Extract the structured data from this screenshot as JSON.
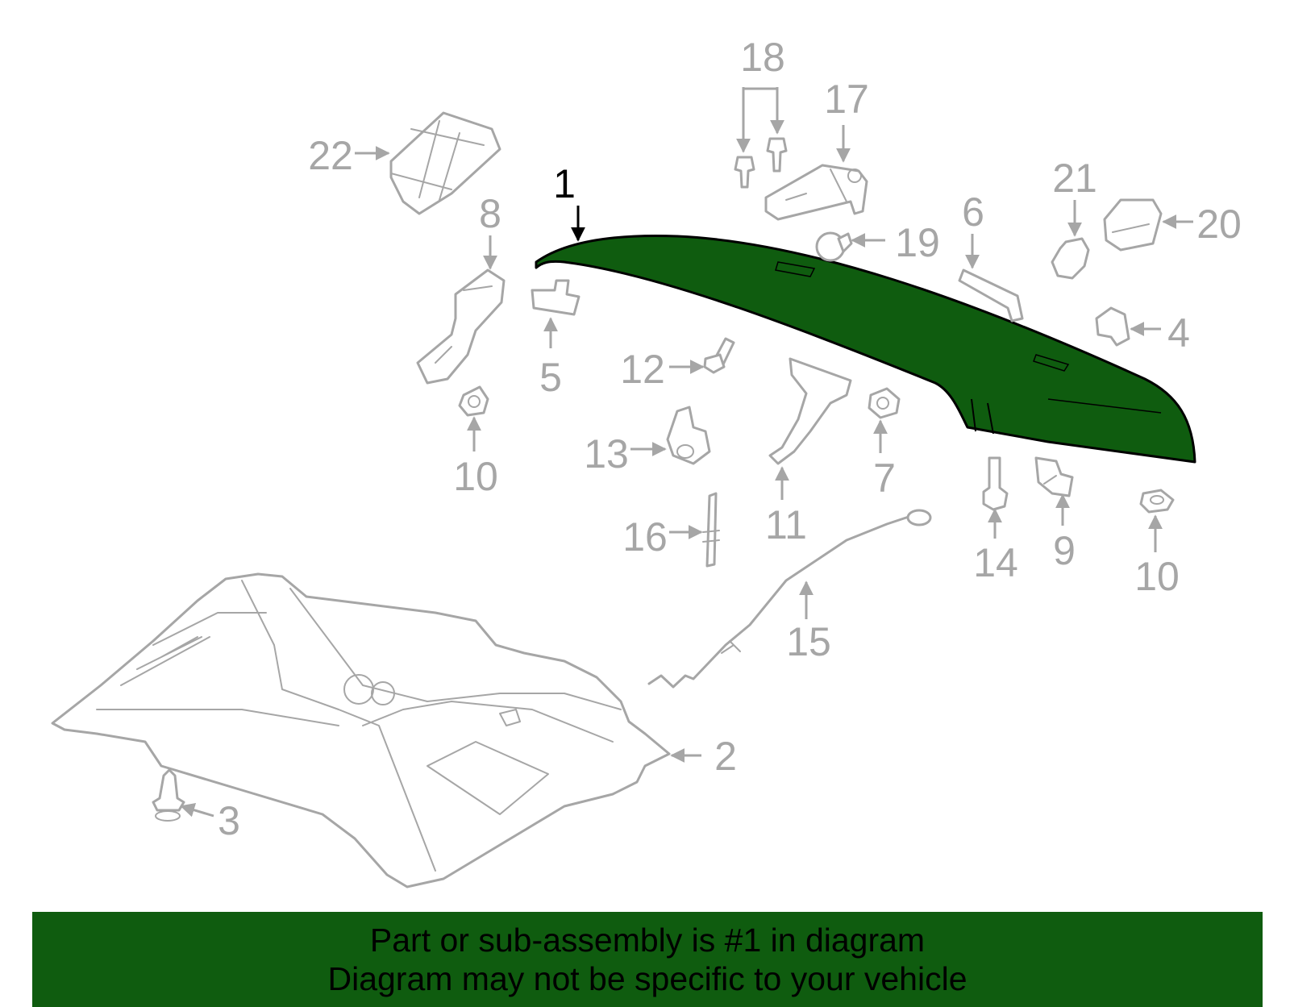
{
  "colors": {
    "highlight": "#0f5c0f",
    "part_line": "#a6a6a6",
    "main_line": "#000000",
    "banner_bg": "#0f5c0f"
  },
  "callouts": {
    "c1": "1",
    "c2": "2",
    "c3": "3",
    "c4": "4",
    "c5": "5",
    "c6": "6",
    "c7": "7",
    "c8": "8",
    "c9": "9",
    "c10a": "10",
    "c10b": "10",
    "c11": "11",
    "c12": "12",
    "c13": "13",
    "c14": "14",
    "c15": "15",
    "c16": "16",
    "c17": "17",
    "c18": "18",
    "c19": "19",
    "c20": "20",
    "c21": "21",
    "c22": "22"
  },
  "banner": {
    "line1": "Part or sub-assembly is #1 in diagram",
    "line2": "Diagram may not be specific to your vehicle"
  }
}
